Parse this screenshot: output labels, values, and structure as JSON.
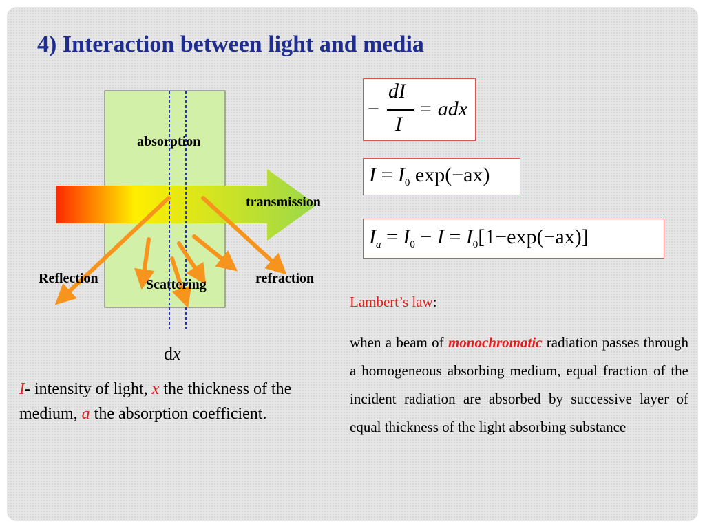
{
  "title": "4) Interaction between light and media",
  "diagram": {
    "labels": {
      "absorption": "absorption",
      "transmission": "transmission",
      "reflection": "Reflection",
      "scattering": "Scattering",
      "refraction": "refraction"
    },
    "dx_label": {
      "d": "d",
      "x": "x"
    },
    "colors": {
      "medium_fill": "#d2f0a8",
      "arrow_orange": "#f7941d",
      "dashed_line": "#2233cc",
      "beam_start": "#ff2a00",
      "beam_end": "#9ad84a"
    }
  },
  "equations": {
    "eq1": {
      "minus": "−",
      "num": "dI",
      "den": "I",
      "rhs": "= adx"
    },
    "eq2": {
      "lhs": "I",
      "eq": "=",
      "I0": "I",
      "zero": "0",
      "rest": "exp(−ax)"
    },
    "eq3": {
      "Ia": "I",
      "a": "a",
      "eq1": "=",
      "I0a": "I",
      "zero_a": "0",
      "minus": "−",
      "I": "I",
      "eq2": "=",
      "I0b": "I",
      "zero_b": "0",
      "rest": "[1−exp(−ax)]"
    }
  },
  "lambert": {
    "label": "Lambert’s law",
    "colon": ":",
    "text_before": "when a beam of ",
    "highlight": "monochromatic",
    "text_after": " radiation passes through a homogeneous absorbing medium, equal fraction of the incident radiation are absorbed by successive layer of equal thickness of the light absorbing substance"
  },
  "legend": {
    "I": "I",
    "t1": "- intensity of light, ",
    "x": "x",
    "t2": " the thickness of the medium, ",
    "a": "a",
    "t3": " the absorption coefficient."
  }
}
